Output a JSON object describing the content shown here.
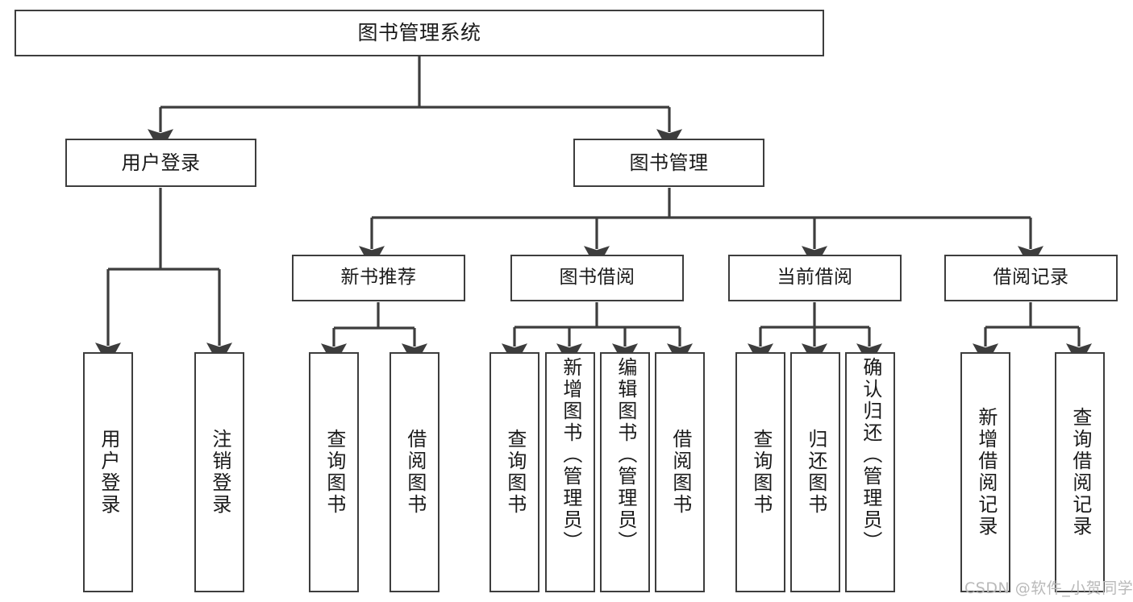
{
  "diagram": {
    "title": "图书管理系统",
    "type": "tree",
    "watermark": "CSDN @软件_小贺同学",
    "colors": {
      "background": "#ffffff",
      "border": "#3d3d3d",
      "text": "#1a1a1a",
      "line": "#3d3d3d",
      "watermark": "#b9b9b9"
    },
    "nodes": {
      "root": {
        "label": "图书管理系统"
      },
      "level2": [
        {
          "id": "user-login",
          "label": "用户登录"
        },
        {
          "id": "book-manage",
          "label": "图书管理"
        }
      ],
      "level3": [
        {
          "id": "new-book-recommend",
          "label": "新书推荐"
        },
        {
          "id": "book-borrow",
          "label": "图书借阅"
        },
        {
          "id": "current-borrow",
          "label": "当前借阅"
        },
        {
          "id": "borrow-record",
          "label": "借阅记录"
        }
      ],
      "leaves": {
        "user-login": [
          {
            "id": "leaf-user-login",
            "label": "用户登录"
          },
          {
            "id": "leaf-logout-login",
            "label": "注销登录"
          }
        ],
        "new-book-recommend": [
          {
            "id": "leaf-query-book-1",
            "label": "查询图书"
          },
          {
            "id": "leaf-borrow-book-1",
            "label": "借阅图书"
          }
        ],
        "book-borrow": [
          {
            "id": "leaf-query-book-2",
            "label": "查询图书"
          },
          {
            "id": "leaf-add-book-admin",
            "label": "新增图书（管理员）"
          },
          {
            "id": "leaf-edit-book-admin",
            "label": "编辑图书（管理员）"
          },
          {
            "id": "leaf-borrow-book-2",
            "label": "借阅图书"
          }
        ],
        "current-borrow": [
          {
            "id": "leaf-query-book-3",
            "label": "查询图书"
          },
          {
            "id": "leaf-return-book",
            "label": "归还图书"
          },
          {
            "id": "leaf-confirm-return-admin",
            "label": "确认归还（管理员）"
          }
        ],
        "borrow-record": [
          {
            "id": "leaf-add-borrow-record",
            "label": "新增借阅记录"
          },
          {
            "id": "leaf-query-borrow-record",
            "label": "查询借阅记录"
          }
        ]
      }
    }
  }
}
